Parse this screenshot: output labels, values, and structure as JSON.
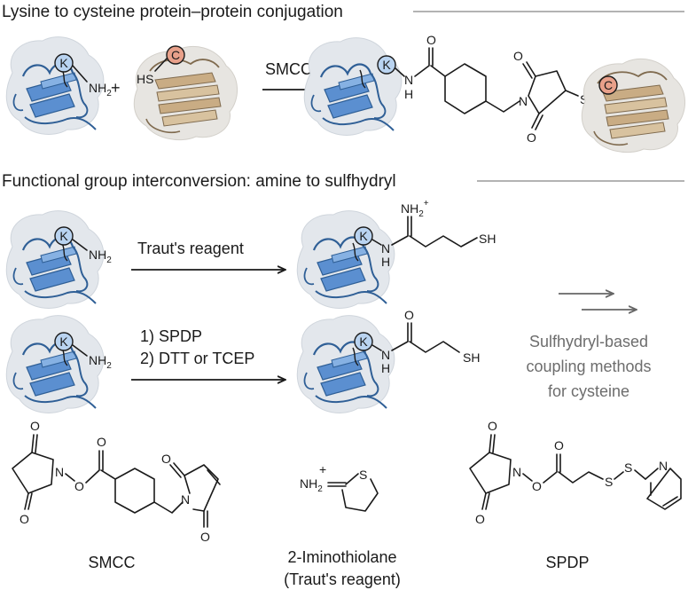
{
  "section1": {
    "title": "Lysine to cysteine protein–protein conjugation",
    "reagent": "SMCC"
  },
  "section2": {
    "title": "Functional group interconversion: amine to sulfhydryl",
    "route1_reagent": "Traut's reagent",
    "route2_step1": "1) SPDP",
    "route2_step2": "2) DTT or TCEP",
    "outcome": [
      "Sulfhydryl-based",
      "coupling methods",
      "for cysteine"
    ]
  },
  "residues": {
    "lysine": "K",
    "cysteine": "C"
  },
  "atoms": {
    "amine": "NH",
    "amine_sub": "2",
    "nh": "N",
    "h": "H",
    "o": "O",
    "n": "N",
    "s": "S",
    "hs": "HS",
    "sh": "SH",
    "iminium_sub": "2",
    "plus": "+"
  },
  "reagents": {
    "smcc": "SMCC",
    "iminothiolane": "2-Iminothiolane",
    "iminothiolane_alt": "(Traut's reagent)",
    "spdp": "SPDP"
  },
  "colors": {
    "lysine_protein": "#4a7fc1",
    "cysteine_protein": "#c9ac84",
    "lysine_circle": "#b9d3f0",
    "cysteine_circle": "#e8a08a"
  }
}
